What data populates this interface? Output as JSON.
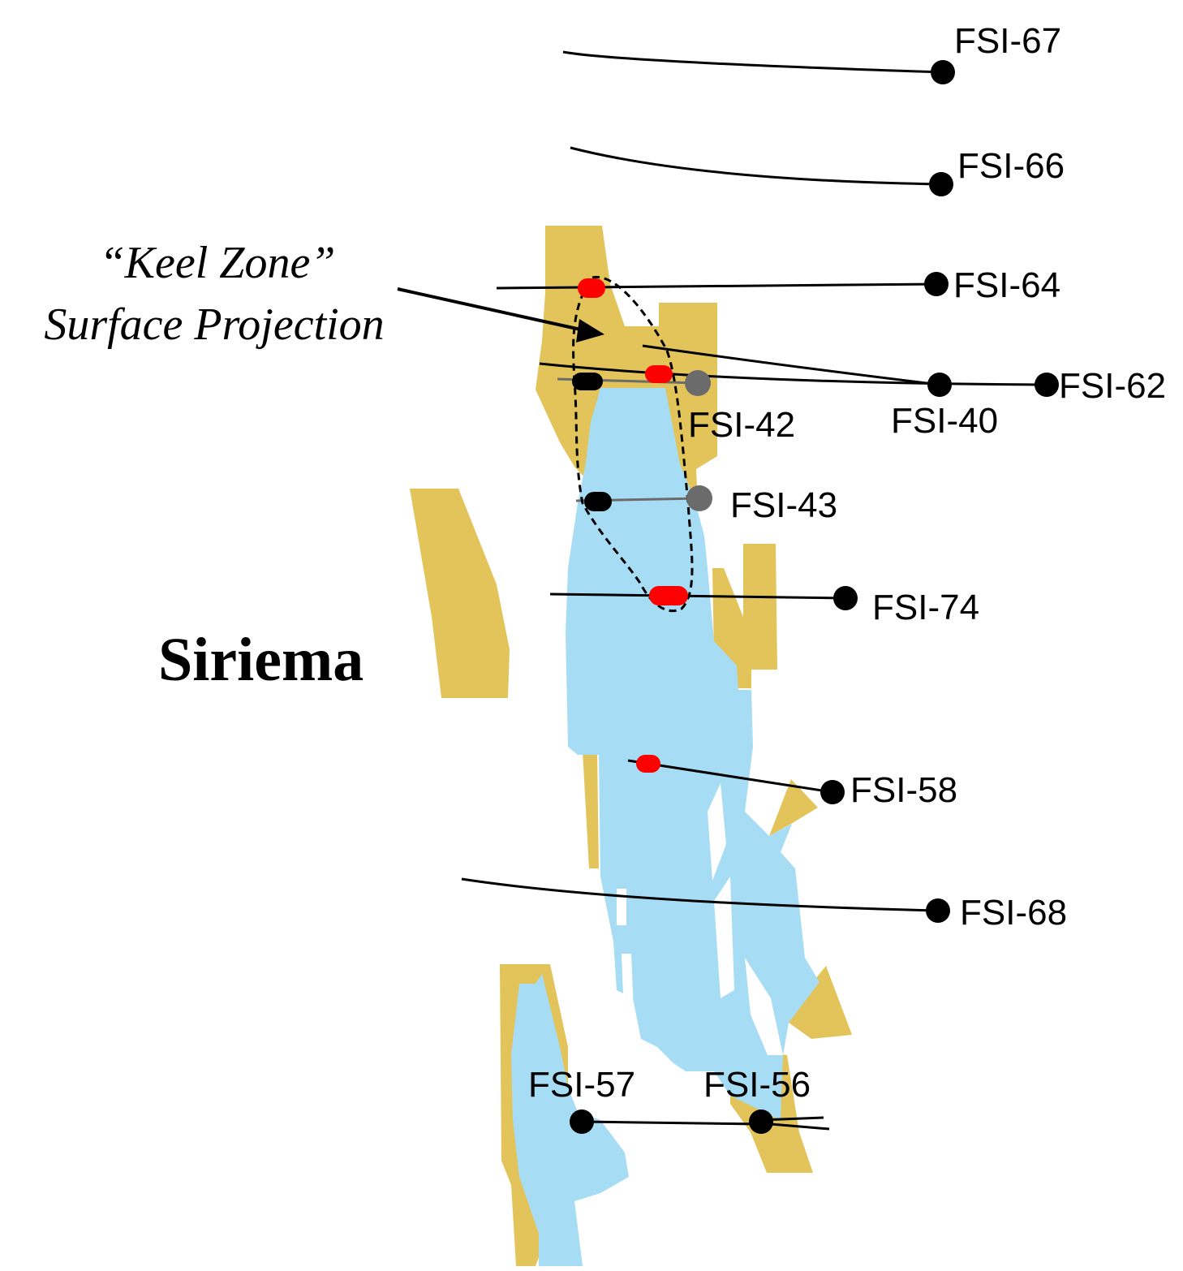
{
  "deposit_name": "Siriema",
  "annotation": {
    "line1": "“Keel Zone”",
    "line2": "Surface Projection"
  },
  "colors": {
    "ore_yellow": "#E2C45A",
    "ore_blue": "#A6DDF4",
    "intercept_red": "#FF0000",
    "collar_black": "#000000",
    "collar_grey": "#6B6B6B"
  },
  "drillholes": [
    {
      "id": "FSI-67"
    },
    {
      "id": "FSI-66"
    },
    {
      "id": "FSI-64"
    },
    {
      "id": "FSI-62"
    },
    {
      "id": "FSI-40"
    },
    {
      "id": "FSI-42"
    },
    {
      "id": "FSI-43"
    },
    {
      "id": "FSI-74"
    },
    {
      "id": "FSI-58"
    },
    {
      "id": "FSI-68"
    },
    {
      "id": "FSI-57"
    },
    {
      "id": "FSI-56"
    }
  ]
}
